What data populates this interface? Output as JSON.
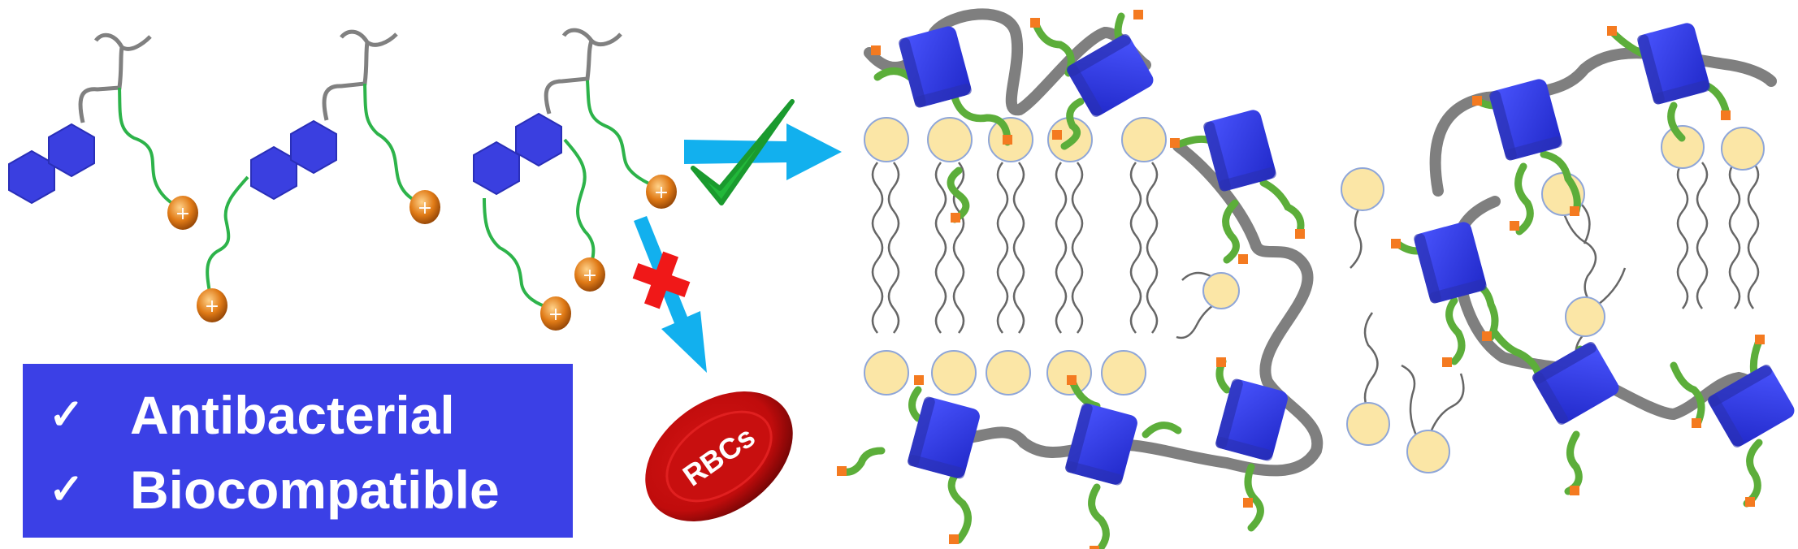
{
  "features": {
    "items": [
      {
        "icon": "checkmark",
        "label": "Antibacterial"
      },
      {
        "icon": "checkmark",
        "label": "Biocompatible"
      }
    ],
    "check_glyph": "✓"
  },
  "rbc": {
    "label": "RBCs"
  },
  "colors": {
    "feature_box": "#3b40e6",
    "hexagon": "#3a3fe0",
    "arrow": "#12b0ee",
    "check": "#22b83a",
    "cross": "#f01818",
    "rbc": "#c80f0f",
    "lipid_head": "#fbe6a6",
    "cation_bead": "#e07a16",
    "arm": "#5cae3a",
    "arm_tip": "#f47a20"
  }
}
